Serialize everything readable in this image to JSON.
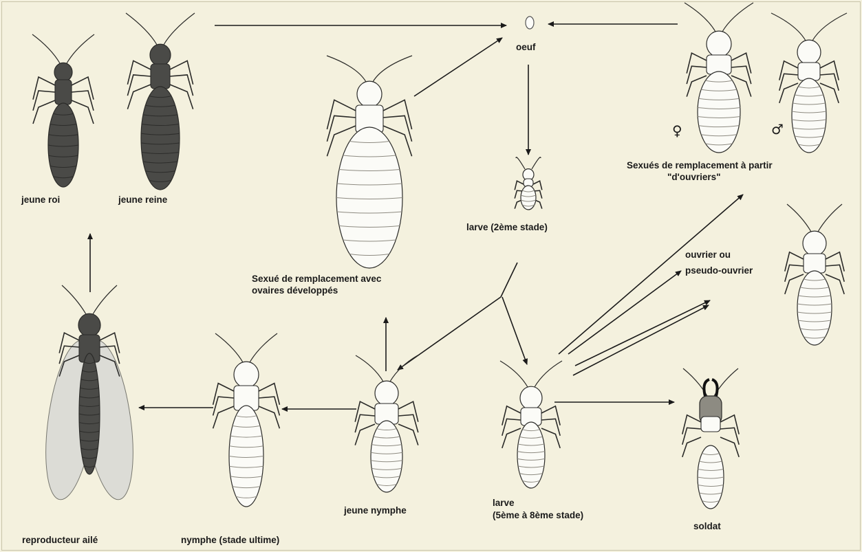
{
  "labels": {
    "jeune_roi": "jeune roi",
    "jeune_reine": "jeune reine",
    "oeuf": "oeuf",
    "larve_2": "larve (2ème stade)",
    "sexue_remplacement_l1": "Sexué de remplacement avec",
    "sexue_remplacement_l2": "ovaires développés",
    "sexues_ouvriers_l1": "Sexués de remplacement à partir",
    "sexues_ouvriers_l2": "\"d'ouvriers\"",
    "ouvrier_l1": "ouvrier ou",
    "ouvrier_l2": "pseudo-ouvrier",
    "reproducteur": "reproducteur ailé",
    "nymphe": "nymphe (stade ultime)",
    "jeune_nymphe": "jeune nymphe",
    "larve_5_l1": "larve",
    "larve_5_l2": "(5ème à 8ème stade)",
    "soldat": "soldat"
  },
  "symbols": {
    "female": "♀",
    "male": "♂"
  },
  "colors": {
    "background": "#f4f1de",
    "ink": "#1a1a1a",
    "dark_insect": "#4a4a47",
    "pale_insect": "#fbfbf7",
    "wing": "#dcdcd6"
  }
}
